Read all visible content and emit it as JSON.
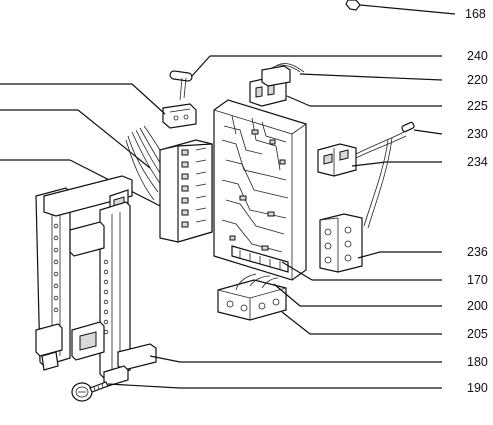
{
  "labels": {
    "l168": "168",
    "l240": "240",
    "l220": "220",
    "l225": "225",
    "l230": "230",
    "l234": "234",
    "l236": "236",
    "l170": "170",
    "l200": "200",
    "l205": "205",
    "l180": "180",
    "l190": "190"
  },
  "colors": {
    "ink": "#111111",
    "background": "#ffffff"
  }
}
